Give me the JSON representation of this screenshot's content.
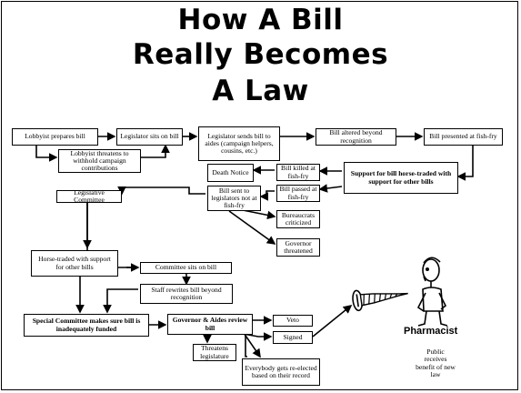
{
  "title": {
    "line1": "How A Bill",
    "line2": "Really Becomes",
    "line3": "A Law"
  },
  "boxes": {
    "lobbyist_prepares": "Lobbyist prepares bill",
    "legislator_sits": "Legislator sits on bill",
    "legislator_sends": "Legislator sends bill to aides (campaign helpers, cousins, etc.)",
    "bill_altered": "Bill altered beyond recognition",
    "bill_presented": "Bill presented at fish-fry",
    "lobbyist_threatens": "Lobbyist threatens to withhold campaign contributions",
    "death_notice": "Death Notice",
    "bill_killed": "Bill killed at fish-fry",
    "bill_passed": "Bill passed at fish-fry",
    "support_for_bill": "Support for bill horse-traded with support for other bills",
    "legislative_committee": "Legislative Committee",
    "bill_sent": "Bill sent to legislators not at fish-fry",
    "bureaucrats": "Bureaucrats criticized",
    "governor_threatened": "Governor threatened",
    "horse_traded": "Horse-traded with support for other bills",
    "committee_sits": "Committee sits on bill",
    "staff_rewrites": "Staff rewrites bill beyond recognition",
    "special_committee": "Special Committee makes sure bill is inadequately funded",
    "governor_aides": "Governor & Aides review bill",
    "veto": "Veto",
    "signed": "Signed",
    "threatens_legislature": "Threatens legislature",
    "everybody_reelected": "Everybody gets re-elected based on their record"
  },
  "labels": {
    "public": "Public receives benefit of new law",
    "pharmacist": "Pharmacist"
  }
}
